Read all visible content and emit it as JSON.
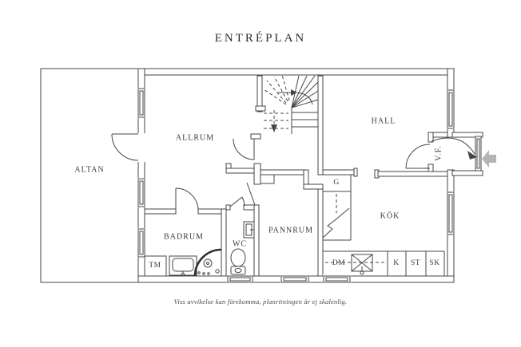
{
  "title": "ENTRÉPLAN",
  "disclaimer": "Viss avvikelse kan förekomma, planritningen är ej skalenlig.",
  "rooms": {
    "altan": "ALTAN",
    "allrum": "ALLRUM",
    "hall": "HALL",
    "vf": "V.F.",
    "kok": "KÖK",
    "pannrum": "PANNRUM",
    "badrum": "BADRUM",
    "wc": "WC"
  },
  "closets": {
    "g": "G"
  },
  "appliances": {
    "tm": "TM",
    "dm": "DM",
    "k": "K",
    "st": "ST",
    "sk": "SK"
  },
  "colors": {
    "line": "#454545",
    "text": "#3a3a3a",
    "entry_arrow": "#b5b5b5",
    "background": "#ffffff"
  }
}
